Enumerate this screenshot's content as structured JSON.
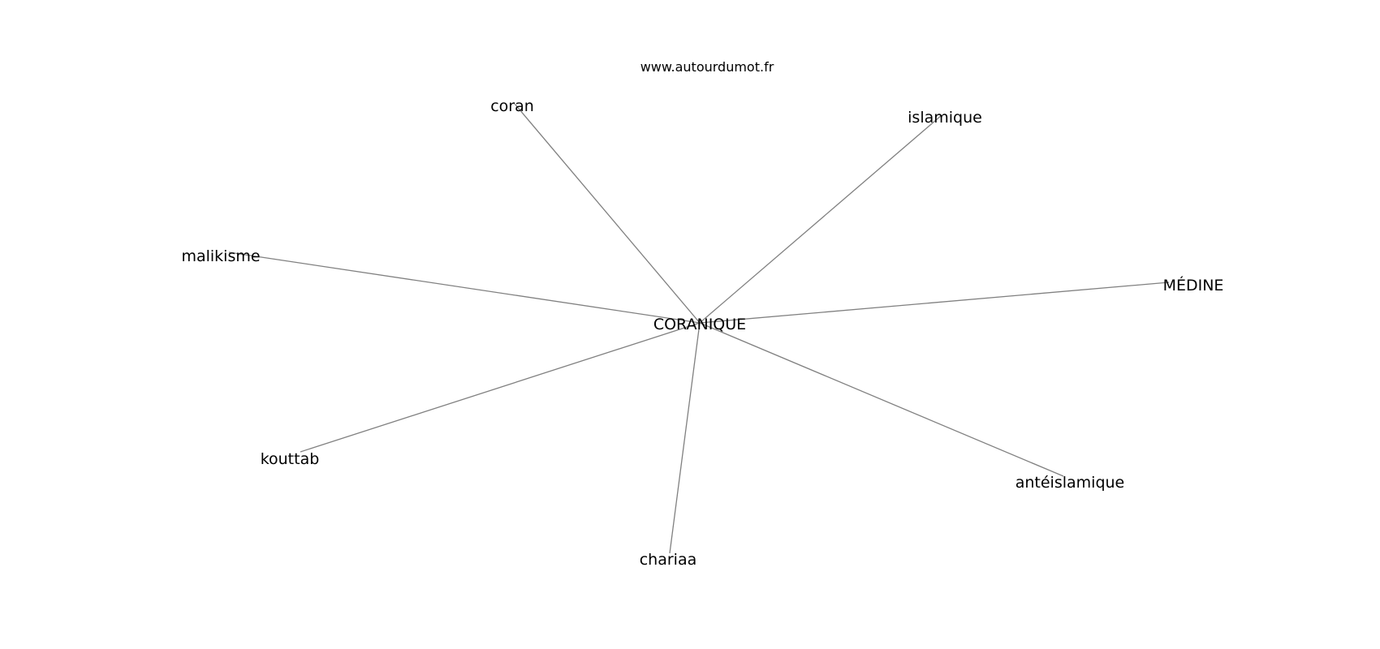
{
  "source": "www.autourdumot.fr",
  "center": {
    "id": "center",
    "label": "CORANIQUE"
  },
  "nodes": [
    {
      "id": "coran",
      "label": "coran"
    },
    {
      "id": "islamique",
      "label": "islamique"
    },
    {
      "id": "malikisme",
      "label": "malikisme"
    },
    {
      "id": "medine",
      "label": "MÉDINE"
    },
    {
      "id": "kouttab",
      "label": "kouttab"
    },
    {
      "id": "anteislamique",
      "label": "antéislamique"
    },
    {
      "id": "chariaa",
      "label": "chariaa"
    }
  ],
  "edges": [
    [
      "center",
      "coran"
    ],
    [
      "center",
      "islamique"
    ],
    [
      "center",
      "malikisme"
    ],
    [
      "center",
      "medine"
    ],
    [
      "center",
      "kouttab"
    ],
    [
      "center",
      "anteislamique"
    ],
    [
      "center",
      "chariaa"
    ]
  ]
}
